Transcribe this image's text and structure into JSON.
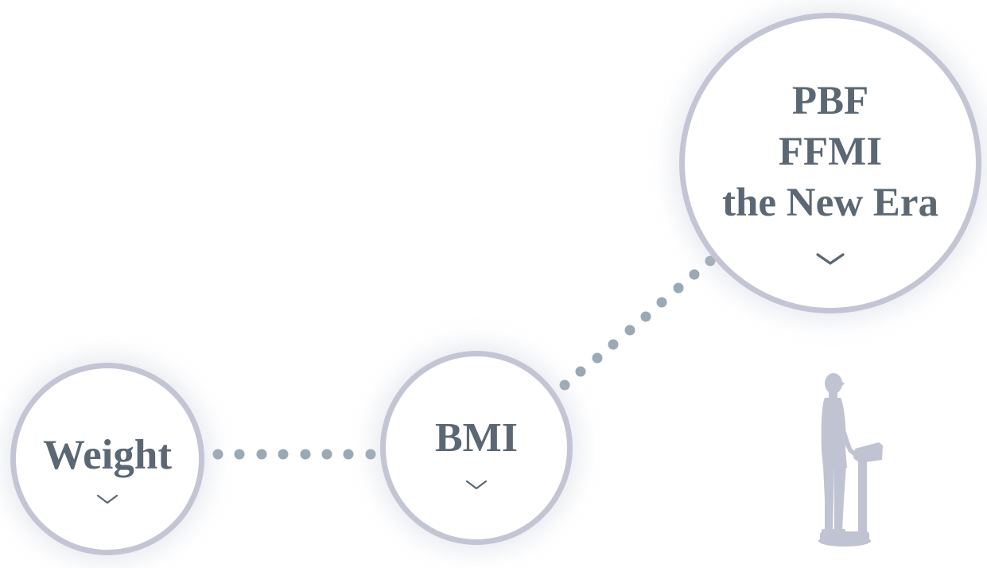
{
  "nodes": {
    "weight": {
      "label": "Weight"
    },
    "bmi": {
      "label": "BMI"
    },
    "pbf": {
      "lines": [
        "PBF",
        "FFMI",
        "the New Era"
      ]
    }
  },
  "icons": {
    "expand": "chevron-down-icon",
    "illustration": "person-on-body-composition-analyzer-icon"
  },
  "colors": {
    "text": "#5b6873",
    "ring": "#c4c5d4",
    "connector_dots": "#9aa9b3",
    "figure": "#c0c3d2"
  }
}
